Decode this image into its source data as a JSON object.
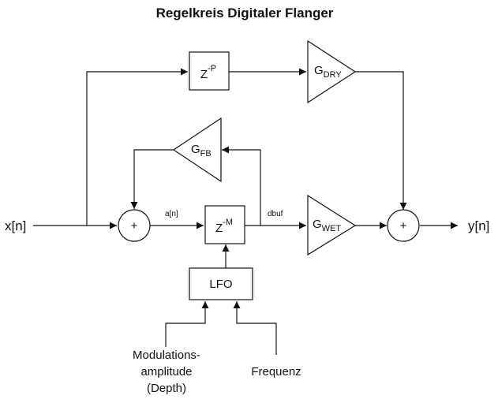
{
  "title": "Regelkreis Digitaler Flanger",
  "input_label": "x[n]",
  "output_label": "y[n]",
  "delay_dry": {
    "base": "Z",
    "exponent": "-P"
  },
  "delay_wet": {
    "base": "Z",
    "exponent": "-M"
  },
  "gain_dry": {
    "base": "G",
    "sub": "DRY"
  },
  "gain_wet": {
    "base": "G",
    "sub": "WET"
  },
  "gain_fb": {
    "base": "G",
    "sub": "FB"
  },
  "adder_symbol": "+",
  "signal_a": "a[n]",
  "signal_dbuf": "dbuf",
  "lfo_label": "LFO",
  "mod_amplitude": {
    "line1": "Modulations-",
    "line2": "amplitude",
    "line3": "(Depth)"
  },
  "frequency_label": "Frequenz"
}
